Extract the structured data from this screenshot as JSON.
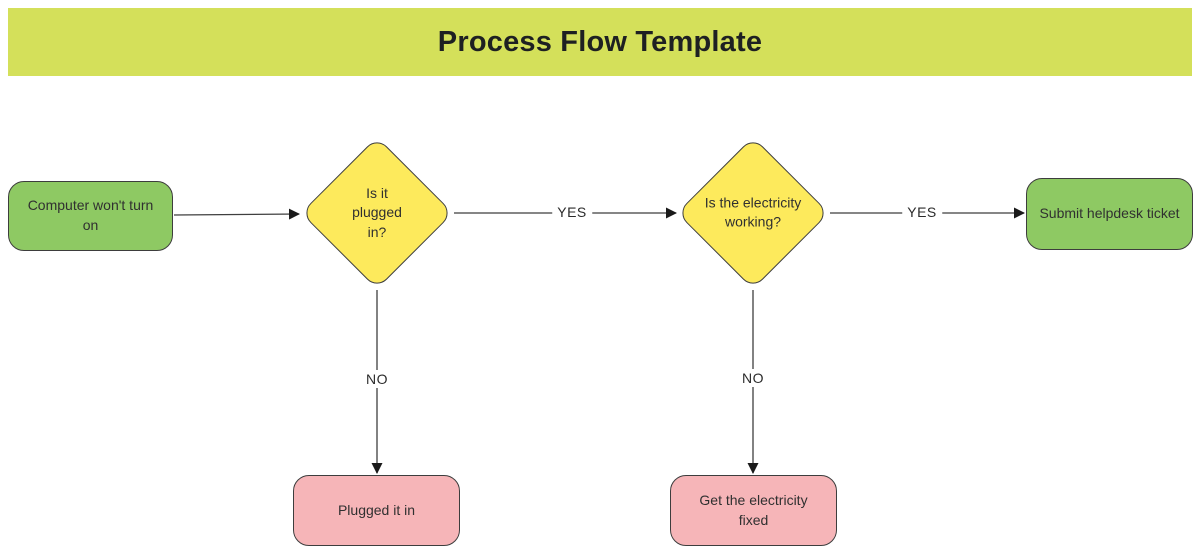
{
  "header": {
    "title": "Process Flow Template"
  },
  "nodes": {
    "start": {
      "label": "Computer won't turn on",
      "type": "process"
    },
    "decision1": {
      "label": "Is it plugged in?",
      "type": "decision"
    },
    "decision2": {
      "label": "Is the electricity working?",
      "type": "decision"
    },
    "outcome1": {
      "label": "Plugged it in",
      "type": "outcome"
    },
    "outcome2": {
      "label": "Get the electricity fixed",
      "type": "outcome"
    },
    "end": {
      "label": "Submit helpdesk ticket",
      "type": "process"
    }
  },
  "edges": {
    "start_to_decision1": {
      "label": ""
    },
    "decision1_yes": {
      "label": "YES"
    },
    "decision2_yes": {
      "label": "YES"
    },
    "decision1_no": {
      "label": "NO"
    },
    "decision2_no": {
      "label": "NO"
    }
  },
  "colors": {
    "banner": "#d4e05a",
    "process_green": "#8ec963",
    "decision_yellow": "#fdea5c",
    "outcome_pink": "#f6b5b8",
    "shape_border": "#3d3d3d",
    "connector": "#3f3f3f",
    "title_text": "#1e2022",
    "node_text": "#303030"
  }
}
